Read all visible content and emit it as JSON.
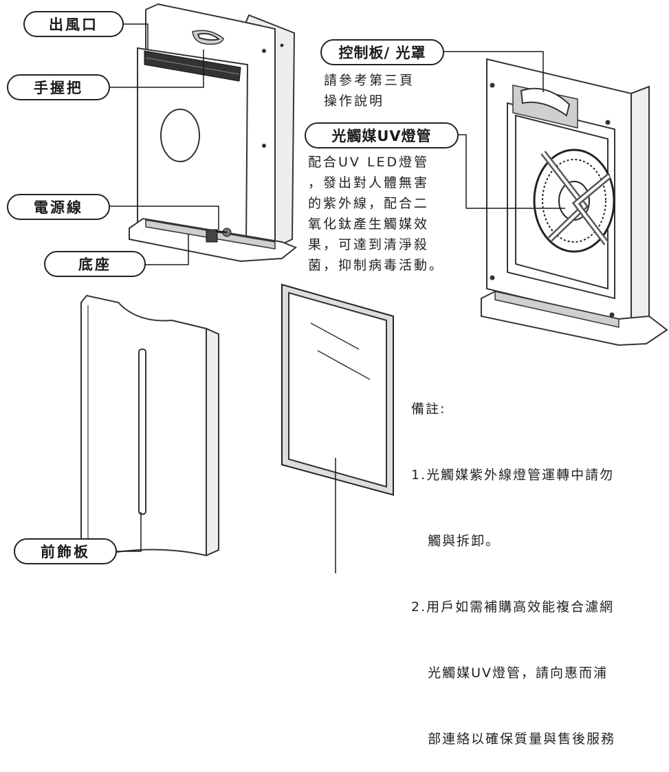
{
  "labels": {
    "air_outlet": "出風口",
    "handle": "手握把",
    "power_cord": "電源線",
    "base": "底座",
    "front_panel": "前飾板",
    "control_panel": "控制板/ 光罩",
    "uv_lamp": "光觸媒UV燈管"
  },
  "descriptions": {
    "control_panel_ref": [
      "請參考第三頁",
      "操作說明"
    ],
    "uv_lamp_desc": [
      "配合UV LED燈管",
      "，發出對人體無害",
      "的紫外線，配合二",
      "氧化鈦產生觸媒效",
      "果，可達到清淨殺",
      "菌，抑制病毒活動。"
    ]
  },
  "notes": {
    "title": "備註:",
    "items": [
      "1.光觸媒紫外線燈管運轉中請勿",
      "   觸與拆卸。",
      "2.用戶如需補購高效能複合濾網",
      "   光觸媒UV燈管，請向惠而浦",
      "   部連絡以確保質量與售後服務"
    ]
  }
}
